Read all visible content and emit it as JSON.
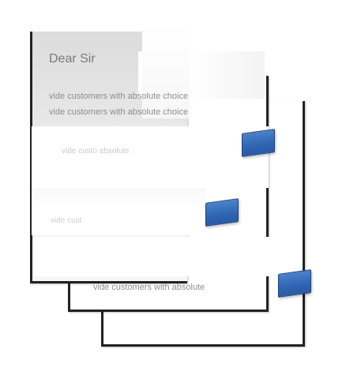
{
  "letter": {
    "greeting": "Dear Sir",
    "lines": [
      "vide customers with absolute choice",
      "vide customers with absolute choice",
      "vide custo       absolute",
      "vide cust",
      "vide customers with absolute"
    ]
  },
  "colors": {
    "tab": "#3069b5",
    "page": "#ffffff",
    "text": "#8e8e8e"
  }
}
